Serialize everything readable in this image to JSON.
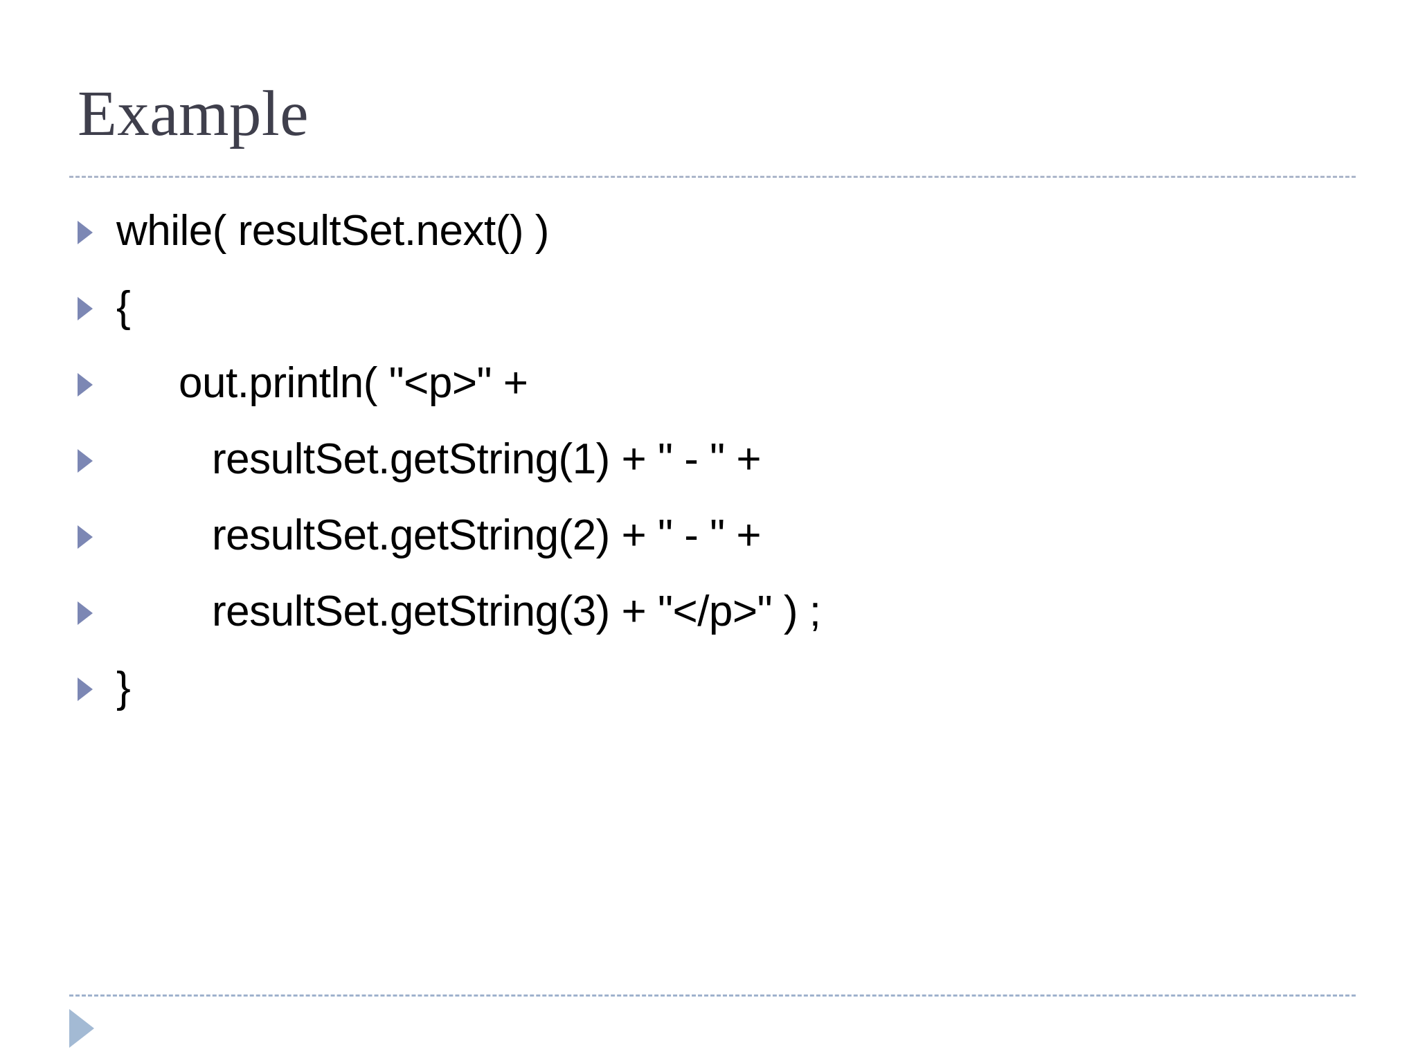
{
  "slide": {
    "title": "Example",
    "background_color": "#ffffff",
    "title_color": "#3f3f4c",
    "divider_color": "#a8b3c8",
    "bullet_color": "#7c87b4",
    "footer_arrow_color": "#a3bad4",
    "body_text_color": "#000000"
  },
  "body": {
    "bullets": [
      {
        "text": "while( resultSet.next() )",
        "indent": 0
      },
      {
        "text": "{",
        "indent": 0
      },
      {
        "text": "out.println( \"<p>\" +",
        "indent": 1
      },
      {
        "text": "resultSet.getString(1) + \" - \" +",
        "indent": 2
      },
      {
        "text": "resultSet.getString(2) + \" - \" +",
        "indent": 2
      },
      {
        "text": "resultSet.getString(3) + \"</p>\" ) ;",
        "indent": 2
      },
      {
        "text": "}",
        "indent": 0
      }
    ]
  },
  "footer": {
    "nav_arrow_icon": "triangle-right-icon"
  }
}
